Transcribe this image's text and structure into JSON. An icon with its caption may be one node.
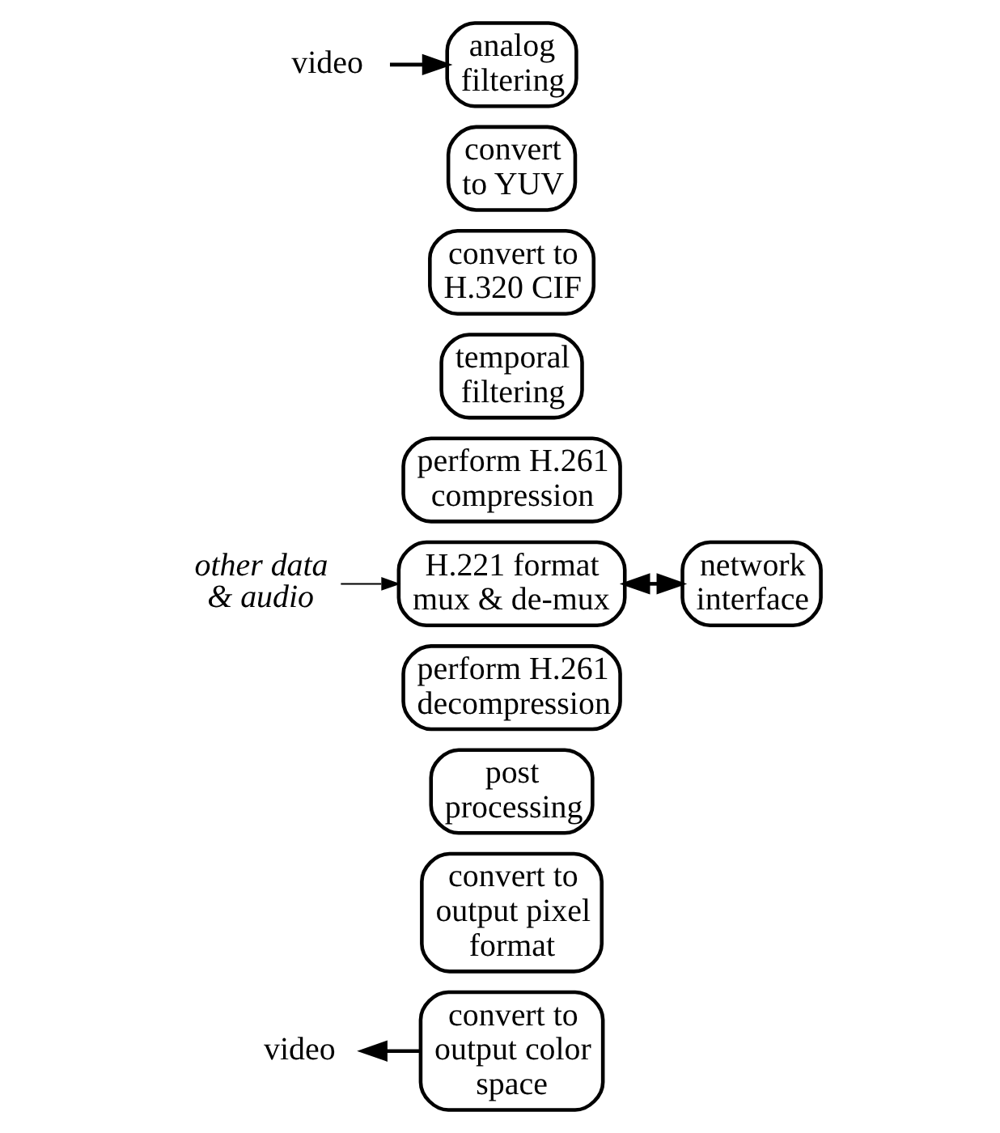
{
  "diagram": {
    "nodes": [
      {
        "text": [
          "video"
        ]
      },
      {
        "text": [
          "analog filtering"
        ]
      },
      {
        "text": [
          "convert to YUV"
        ]
      },
      {
        "text": [
          "convert to H.320 CIF"
        ]
      },
      {
        "text": [
          "temporal filtering"
        ]
      },
      {
        "text": [
          "perform H.261 compression"
        ]
      },
      {
        "text": [
          "other data & audio"
        ]
      },
      {
        "text": [
          "H.221 format mux & de-mux"
        ]
      },
      {
        "text": [
          "network interface"
        ]
      },
      {
        "text": [
          "perform H.261 decompression"
        ]
      },
      {
        "text": [
          "post processing"
        ]
      },
      {
        "text": [
          "convert to output pixel format"
        ]
      },
      {
        "text": [
          "convert to output color space"
        ]
      },
      {
        "text": [
          "video"
        ]
      }
    ],
    "edges": [
      {
        "from": 0,
        "to": 1,
        "arrow": "to"
      },
      {
        "from": 6,
        "to": 7,
        "arrow": "to"
      },
      {
        "from": 7,
        "to": 8,
        "arrow": "both"
      },
      {
        "from": 12,
        "to": 13,
        "arrow": "to"
      }
    ]
  }
}
